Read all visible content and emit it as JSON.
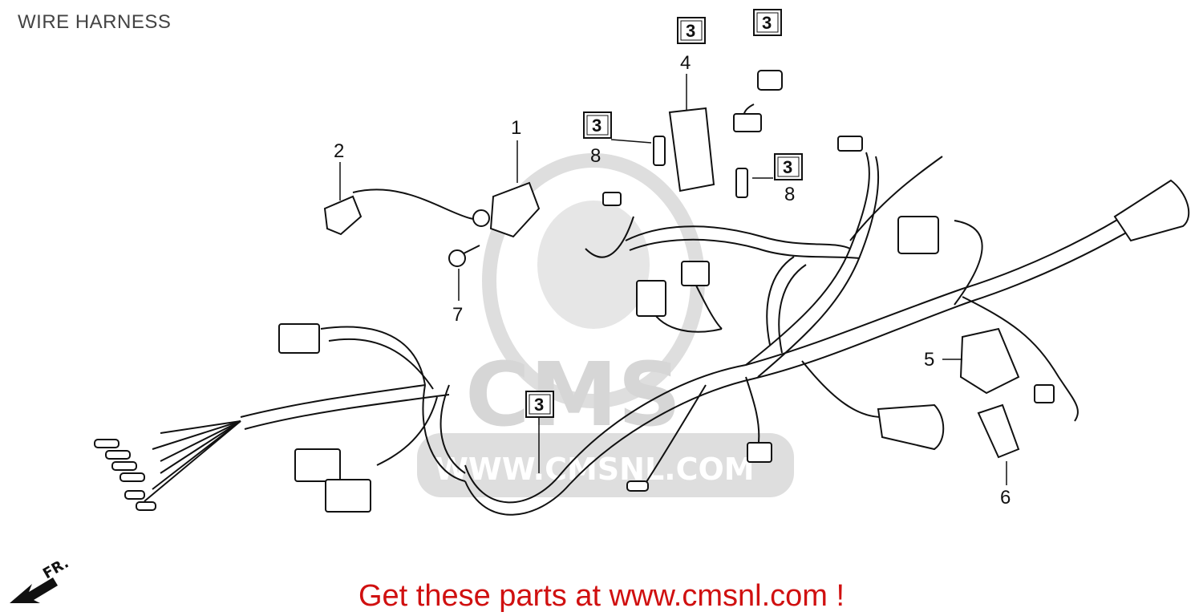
{
  "title": "WIRE HARNESS",
  "watermark": {
    "brand": "CMS",
    "url": "WWW.CMSNL.COM"
  },
  "direction_label": "FR.",
  "callouts": {
    "c1": "1",
    "c2": "2",
    "c3": "3",
    "c4": "4",
    "c5": "5",
    "c6": "6",
    "c7": "7",
    "c8a": "8",
    "c8b": "8"
  },
  "promo_text": "Get these parts at www.cmsnl.com !",
  "colors": {
    "line": "#111111",
    "watermark": "#d6d6d6",
    "promo": "#d01010",
    "title": "#444444"
  }
}
